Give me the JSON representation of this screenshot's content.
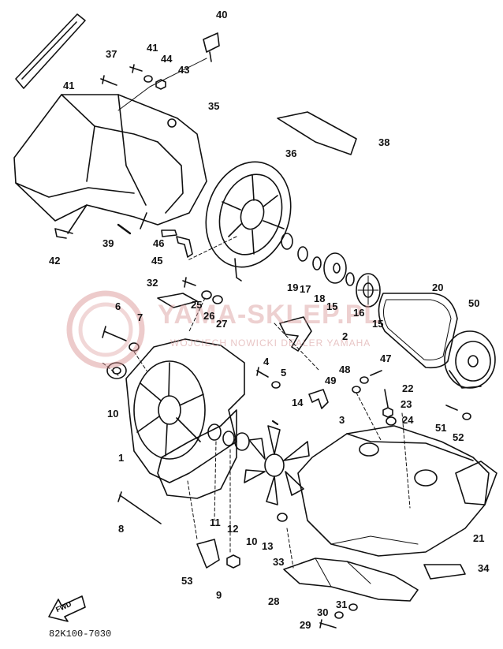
{
  "watermark": {
    "title": "YAMA-SKLEP.PL",
    "subtitle": "WOJCIECH NOWICKI DEALER YAMAHA"
  },
  "fwd_label": "FWD",
  "diagram_code": "82K100-7030",
  "parts": [
    {
      "id": "37",
      "label": "37"
    },
    {
      "id": "40",
      "label": "40"
    },
    {
      "id": "41a",
      "label": "41"
    },
    {
      "id": "44",
      "label": "44"
    },
    {
      "id": "43",
      "label": "43"
    },
    {
      "id": "41b",
      "label": "41"
    },
    {
      "id": "35",
      "label": "35"
    },
    {
      "id": "38",
      "label": "38"
    },
    {
      "id": "36",
      "label": "36"
    },
    {
      "id": "42",
      "label": "42"
    },
    {
      "id": "39",
      "label": "39"
    },
    {
      "id": "46",
      "label": "46"
    },
    {
      "id": "45",
      "label": "45"
    },
    {
      "id": "19",
      "label": "19"
    },
    {
      "id": "17",
      "label": "17"
    },
    {
      "id": "18",
      "label": "18"
    },
    {
      "id": "15a",
      "label": "15"
    },
    {
      "id": "16",
      "label": "16"
    },
    {
      "id": "15b",
      "label": "15"
    },
    {
      "id": "20",
      "label": "20"
    },
    {
      "id": "50",
      "label": "50"
    },
    {
      "id": "32",
      "label": "32"
    },
    {
      "id": "25",
      "label": "25"
    },
    {
      "id": "26",
      "label": "26"
    },
    {
      "id": "27",
      "label": "27"
    },
    {
      "id": "6",
      "label": "6"
    },
    {
      "id": "7",
      "label": "7"
    },
    {
      "id": "2",
      "label": "2"
    },
    {
      "id": "4",
      "label": "4"
    },
    {
      "id": "5",
      "label": "5"
    },
    {
      "id": "47",
      "label": "47"
    },
    {
      "id": "48",
      "label": "48"
    },
    {
      "id": "49",
      "label": "49"
    },
    {
      "id": "22",
      "label": "22"
    },
    {
      "id": "23",
      "label": "23"
    },
    {
      "id": "24",
      "label": "24"
    },
    {
      "id": "10a",
      "label": "10"
    },
    {
      "id": "14",
      "label": "14"
    },
    {
      "id": "3",
      "label": "3"
    },
    {
      "id": "51",
      "label": "51"
    },
    {
      "id": "52",
      "label": "52"
    },
    {
      "id": "1",
      "label": "1"
    },
    {
      "id": "8",
      "label": "8"
    },
    {
      "id": "11",
      "label": "11"
    },
    {
      "id": "12",
      "label": "12"
    },
    {
      "id": "10b",
      "label": "10"
    },
    {
      "id": "13",
      "label": "13"
    },
    {
      "id": "21",
      "label": "21"
    },
    {
      "id": "33",
      "label": "33"
    },
    {
      "id": "53",
      "label": "53"
    },
    {
      "id": "9",
      "label": "9"
    },
    {
      "id": "34",
      "label": "34"
    },
    {
      "id": "28",
      "label": "28"
    },
    {
      "id": "31",
      "label": "31"
    },
    {
      "id": "30",
      "label": "30"
    },
    {
      "id": "29",
      "label": "29"
    }
  ]
}
